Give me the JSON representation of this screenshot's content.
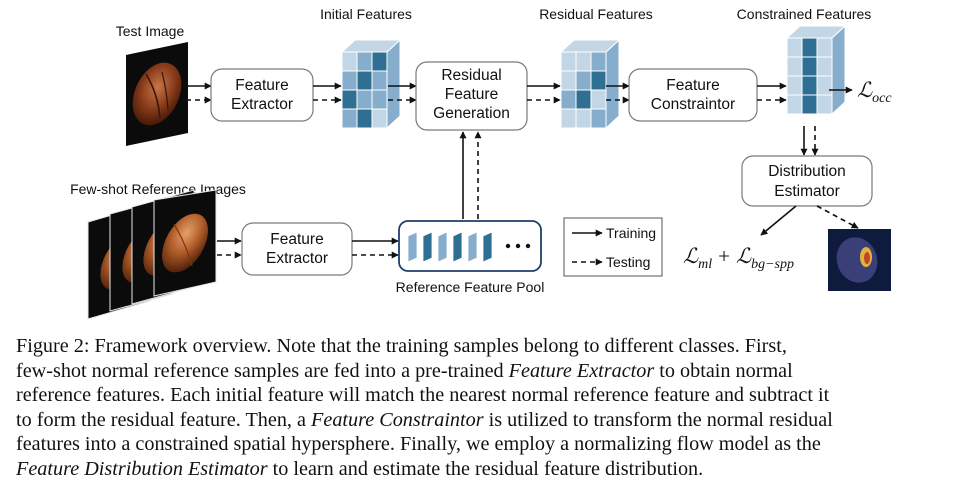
{
  "labels": {
    "test_image": "Test Image",
    "initial_features": "Initial Features",
    "residual_features": "Residual Features",
    "constrained_features": "Constrained Features",
    "few_shot_reference_images": "Few-shot Reference Images",
    "reference_feature_pool": "Reference Feature Pool"
  },
  "boxes": {
    "feature_extractor_top": [
      "Feature",
      "Extractor"
    ],
    "residual_feature_generation": [
      "Residual",
      "Feature",
      "Generation"
    ],
    "feature_constraintor": [
      "Feature",
      "Constraintor"
    ],
    "distribution_estimator": [
      "Distribution",
      "Estimator"
    ],
    "feature_extractor_bottom": [
      "Feature",
      "Extractor"
    ]
  },
  "legend": {
    "training": "Training",
    "testing": "Testing"
  },
  "losses": {
    "occ": {
      "symbol": "ℒ",
      "sub": "occ"
    },
    "ml": {
      "symbol": "ℒ",
      "sub": "ml"
    },
    "plus": "+",
    "bg_spp": {
      "symbol": "ℒ",
      "sub": "bg−spp"
    }
  },
  "colors": {
    "feature_dark": "#2f6f93",
    "feature_mid": "#86aecc",
    "feature_light": "#c2d6e6",
    "box_border": "#7a7a7a",
    "pool_border": "#1f3f6e"
  },
  "caption_lines": [
    [
      {
        "t": "Figure 2: Framework overview. Note that the training samples belong to different classes. First,"
      }
    ],
    [
      {
        "t": "few-shot normal reference samples are fed into a pre-trained "
      },
      {
        "t": "Feature Extractor",
        "i": true
      },
      {
        "t": " to obtain normal"
      }
    ],
    [
      {
        "t": "reference features. Each initial feature will match the nearest normal reference feature and subtract it"
      }
    ],
    [
      {
        "t": "to form the residual feature. Then, a "
      },
      {
        "t": "Feature Constraintor",
        "i": true
      },
      {
        "t": " is utilized to transform the normal residual"
      }
    ],
    [
      {
        "t": "features into a constrained spatial hypersphere. Finally, we employ a normalizing flow model as the"
      }
    ],
    [
      {
        "t": "Feature Distribution Estimator",
        "i": true
      },
      {
        "t": " to learn and estimate the residual feature distribution."
      }
    ]
  ]
}
